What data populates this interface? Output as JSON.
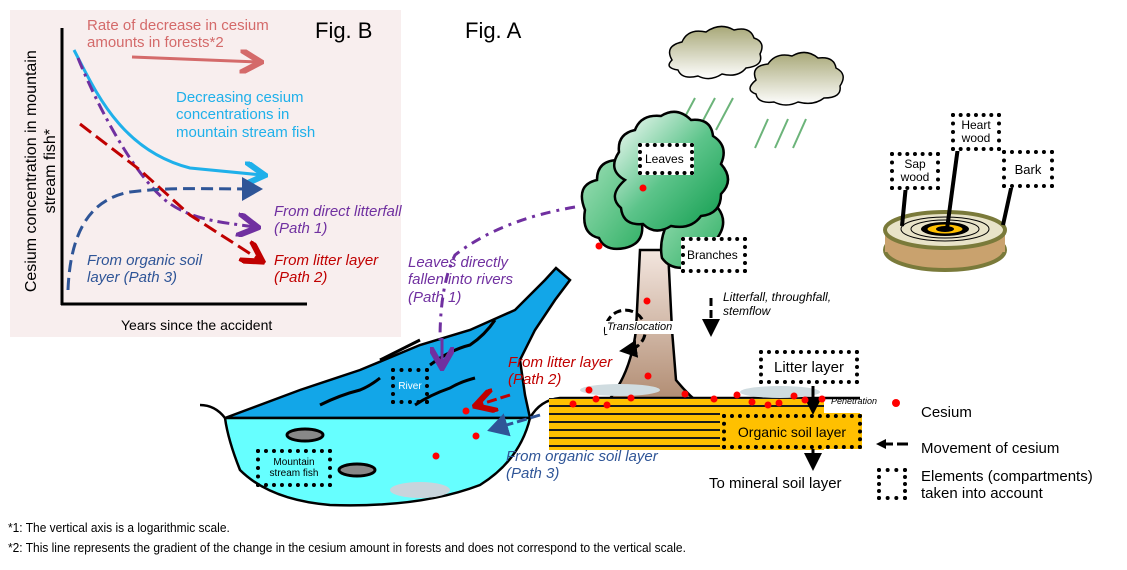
{
  "fig_b": {
    "title": "Fig. B",
    "y_axis_label_line1": "Cesium concentration in mountain",
    "y_axis_label_line2": "stream fish*",
    "x_axis_label": "Years since the accident",
    "forest_rate_line1": "Rate of decrease in cesium",
    "forest_rate_line2": "amounts in forests*2",
    "fish_curve_line1": "Decreasing cesium",
    "fish_curve_line2": "concentrations in",
    "fish_curve_line3": "mountain stream fish",
    "path1_line1": "From direct litterfall",
    "path1_line2": "(Path 1)",
    "path2_line1": "From litter layer",
    "path2_line2": "(Path 2)",
    "path3_line1": "From organic soil",
    "path3_line2": "layer (Path 3)"
  },
  "fig_a": {
    "title": "Fig. A",
    "leaves": "Leaves",
    "branches": "Branches",
    "heartwood_line1": "Heart",
    "heartwood_line2": "wood",
    "sapwood_line1": "Sap",
    "sapwood_line2": "wood",
    "bark": "Bark",
    "translocation": "Translocation",
    "litterfall_line1": "Litterfall, throughfall,",
    "litterfall_line2": "stemflow",
    "leaves_river_line1": "Leaves directly",
    "leaves_river_line2": "fallen into rivers",
    "leaves_river_line3": "(Path 1)",
    "litter_path_line1": "From litter layer",
    "litter_path_line2": "(Path 2)",
    "organic_path_line1": "From organic soil layer",
    "organic_path_line2": "(Path 3)",
    "river": "River",
    "fish_line1": "Mountain",
    "fish_line2": "stream fish",
    "litter_layer": "Litter layer",
    "organic_soil_layer": "Organic soil layer",
    "penetration": "Penetration",
    "mineral_soil": "To mineral soil layer"
  },
  "legend": {
    "cesium": "Cesium",
    "movement": "Movement  of cesium",
    "elements_line1": "Elements  (compartments)",
    "elements_line2": "taken  into account"
  },
  "footnotes": {
    "note1": "*1: The vertical axis is a logarithmic scale.",
    "note2": "*2: This line represents the gradient of the change in the cesium amount in forests and does not correspond to the vertical scale."
  },
  "colors": {
    "fish_curve": "#1fb0ea",
    "path1": "#7030a0",
    "path2": "#c00000",
    "path3": "#2f5597",
    "forest_rate": "#d46a6a",
    "cesium_dot": "#ff0000"
  }
}
